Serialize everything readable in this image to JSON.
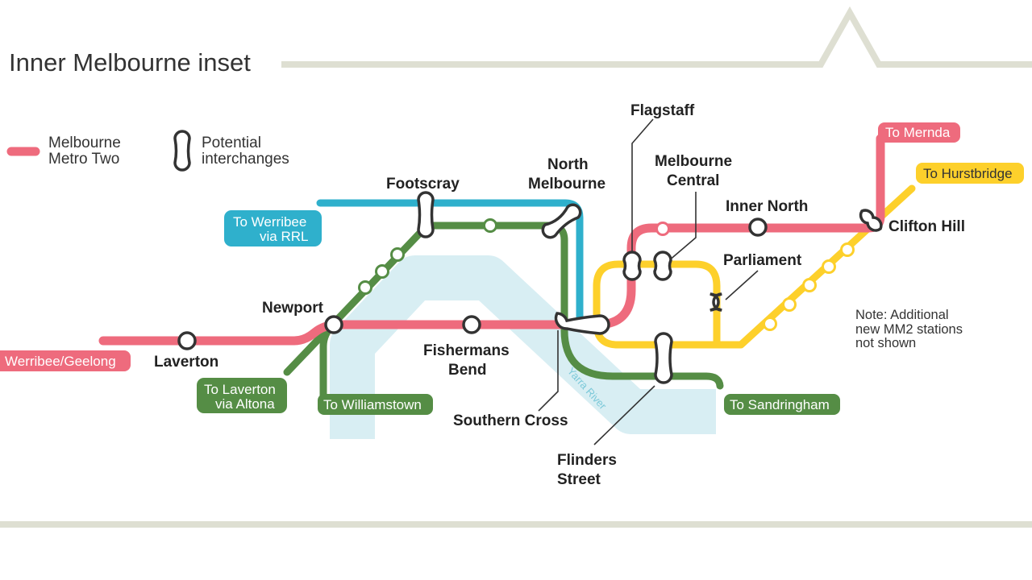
{
  "title": "Inner Melbourne inset",
  "legend": {
    "mm2_line_1": "Melbourne",
    "mm2_line_2": "Metro Two",
    "interchange_1": "Potential",
    "interchange_2": "interchanges"
  },
  "colors": {
    "mm2": "#ee6b7d",
    "werribee_rrl": "#2fb0cc",
    "green": "#558d45",
    "yellow": "#fdd02b",
    "river": "#d8eef3",
    "frame": "#dedfd2",
    "ink": "#333333"
  },
  "stations": {
    "flagstaff": "Flagstaff",
    "melbourne_central_1": "Melbourne",
    "melbourne_central_2": "Central",
    "north_melbourne_1": "North",
    "north_melbourne_2": "Melbourne",
    "footscray": "Footscray",
    "inner_north": "Inner North",
    "clifton_hill": "Clifton Hill",
    "parliament": "Parliament",
    "newport": "Newport",
    "laverton": "Laverton",
    "fishermans_bend_1": "Fishermans",
    "fishermans_bend_2": "Bend",
    "southern_cross": "Southern Cross",
    "flinders_street_1": "Flinders",
    "flinders_street_2": "Street"
  },
  "destinations": {
    "mernda": "To Mernda",
    "hurstbridge": "To Hurstbridge",
    "werribee_rrl_1": "To Werribee",
    "werribee_rrl_2": "via RRL",
    "werribee_geelong": "Werribee/Geelong",
    "laverton_altona_1": "To Laverton",
    "laverton_altona_2": "via Altona",
    "williamstown": "To Williamstown",
    "sandringham": "To Sandringham"
  },
  "river_label": "Yarra River",
  "note": {
    "line_1": "Note: Additional",
    "line_2": "new MM2 stations",
    "line_3": "not shown"
  }
}
